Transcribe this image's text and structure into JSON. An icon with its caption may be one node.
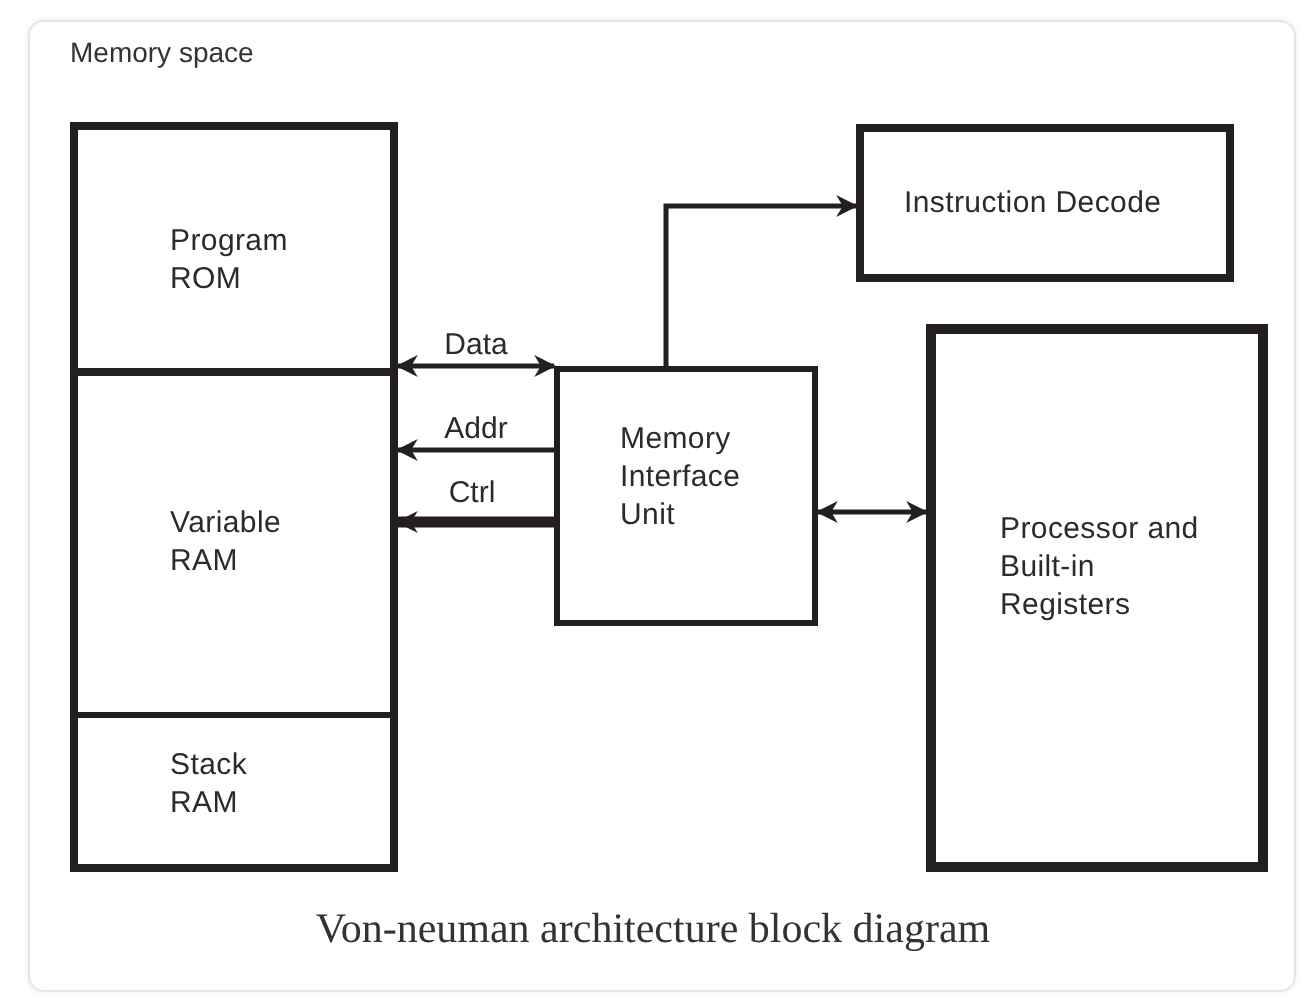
{
  "diagram": {
    "caption": "Von-neuman architecture block diagram",
    "nodes": [
      {
        "text": [],
        "shape": "box"
      },
      {
        "text": [
          "Program ROM"
        ],
        "in": 0
      },
      {
        "text": [
          "Variable RAM"
        ],
        "in": 0
      },
      {
        "text": [
          "Stack RAM"
        ],
        "in": 0
      },
      {
        "text": [
          "Memory Interface Unit"
        ]
      },
      {
        "text": [
          "Instruction Decode"
        ]
      },
      {
        "text": [
          "Processor and Built-in Registers"
        ]
      }
    ],
    "edges": [
      {
        "from": 4,
        "to": 0,
        "arrow": "both",
        "label": "Data"
      },
      {
        "from": 4,
        "to": 2,
        "arrow": "to",
        "label": "Addr"
      },
      {
        "from": 4,
        "to": 2,
        "arrow": "to",
        "label": "Ctrl",
        "style": "thick"
      },
      {
        "from": 4,
        "to": 5,
        "arrow": "to"
      },
      {
        "from": 4,
        "to": 6,
        "arrow": "both"
      }
    ],
    "labels": [
      "Memory space"
    ]
  }
}
